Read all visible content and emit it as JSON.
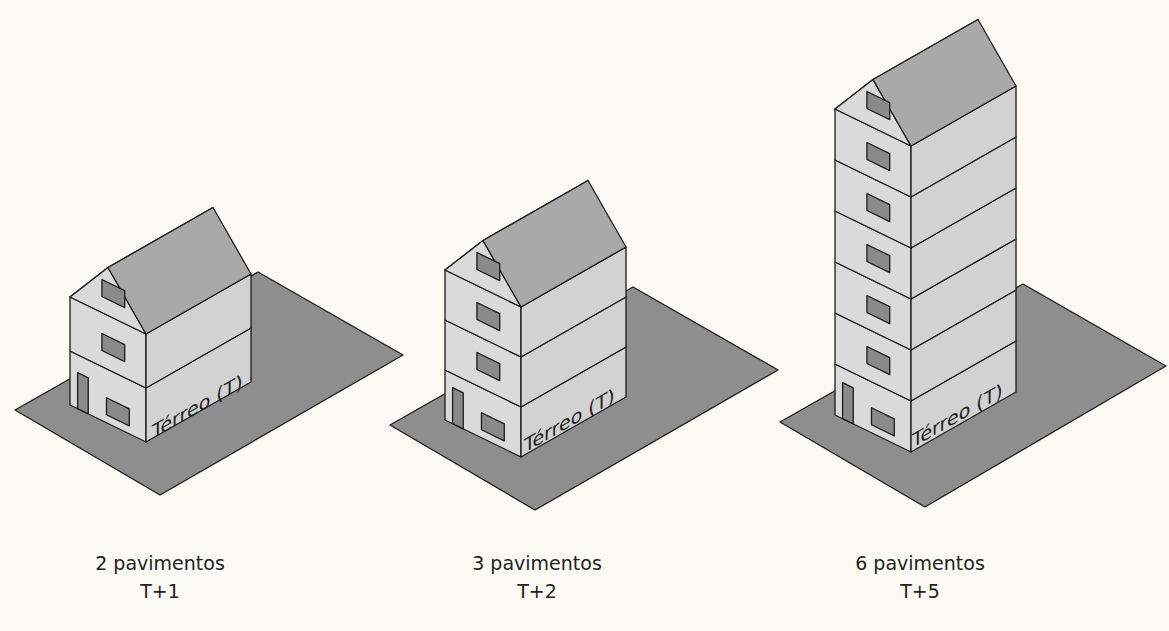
{
  "diagram": {
    "labels": [
      "Térreo (T)",
      "Térreo (T)",
      "Térreo (T)",
      "2 pavimentos",
      "T+1",
      "3 pavimentos",
      "T+2",
      "6 pavimentos",
      "T+5"
    ]
  }
}
